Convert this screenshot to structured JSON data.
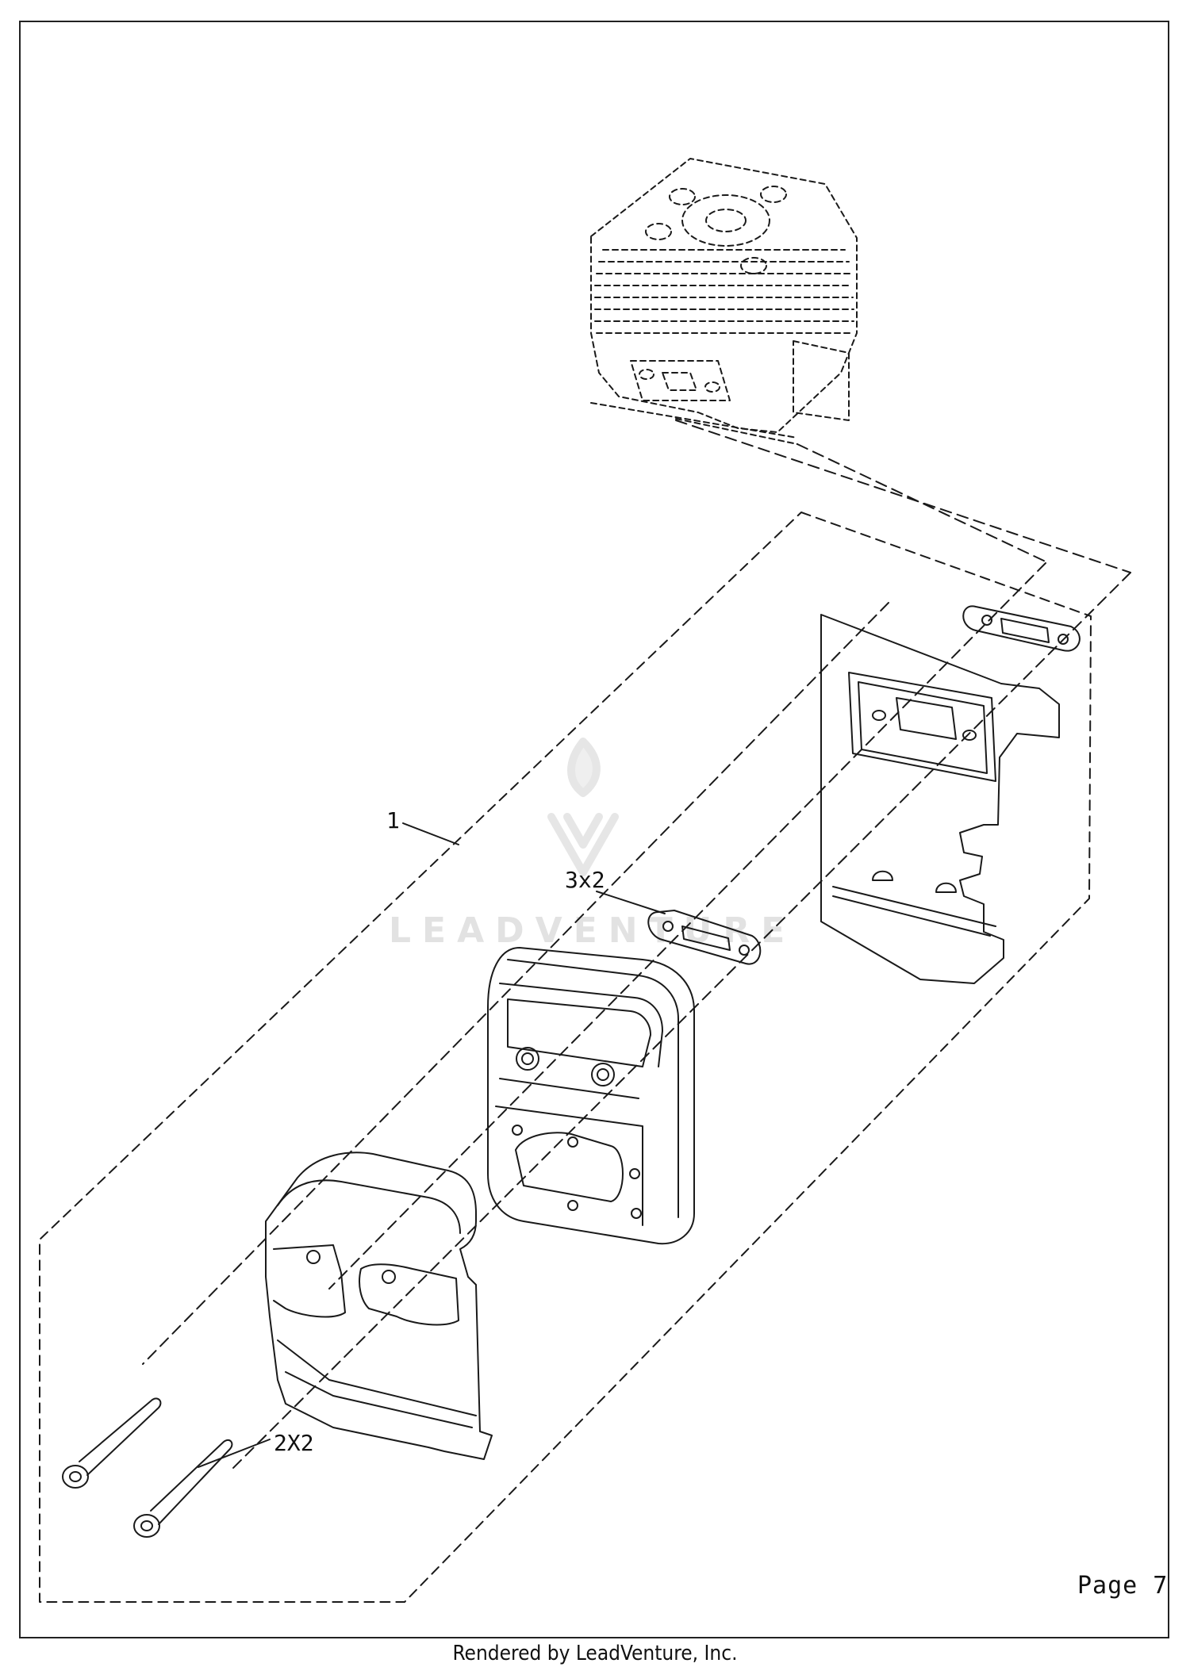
{
  "callouts": {
    "item_1": "1",
    "item_3x2": "3x2",
    "item_2x2": "2X2"
  },
  "page": {
    "number_label": "Page 7"
  },
  "footer": {
    "credit": "Rendered by LeadVenture, Inc."
  },
  "watermark": {
    "text": "LEADVENTURE"
  },
  "colors": {
    "line": "#1a1a1a",
    "watermark": "#e2e2e2",
    "background": "#ffffff"
  }
}
